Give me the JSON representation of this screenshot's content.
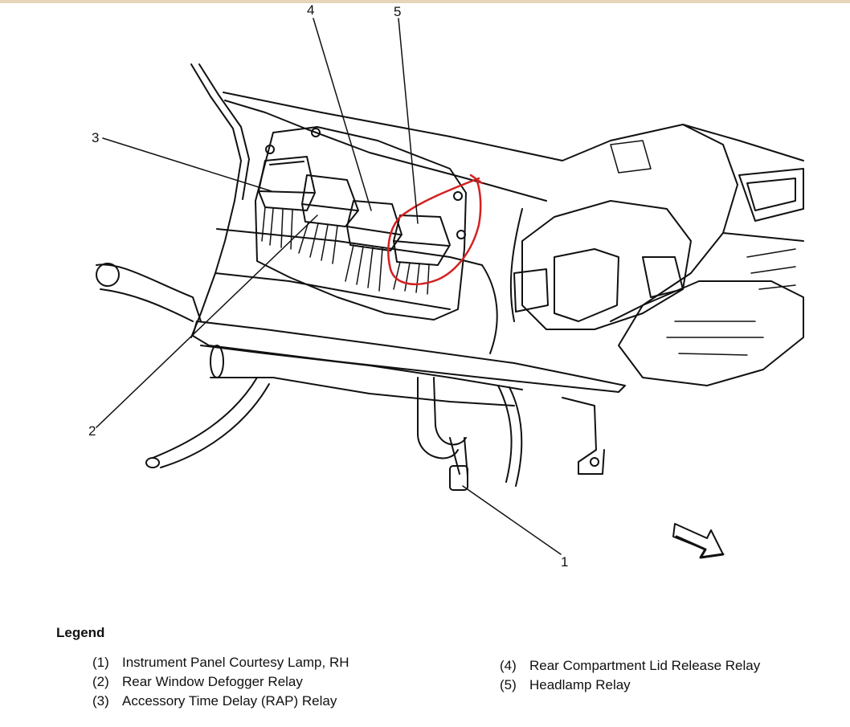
{
  "callouts": [
    {
      "number": "1"
    },
    {
      "number": "2"
    },
    {
      "number": "3"
    },
    {
      "number": "4"
    },
    {
      "number": "5"
    }
  ],
  "legend": {
    "title": "Legend",
    "left_items": [
      {
        "num": "(1)",
        "text": "Instrument Panel Courtesy Lamp, RH"
      },
      {
        "num": "(2)",
        "text": "Rear Window Defogger Relay"
      },
      {
        "num": "(3)",
        "text": "Accessory Time Delay (RAP) Relay"
      }
    ],
    "right_items": [
      {
        "num": "(4)",
        "text": "Rear Compartment Lid Release Relay"
      },
      {
        "num": "(5)",
        "text": "Headlamp Relay"
      }
    ]
  },
  "colors": {
    "line": "#111111",
    "highlight": "#d42020",
    "top_rule": "#e6d5b8"
  }
}
